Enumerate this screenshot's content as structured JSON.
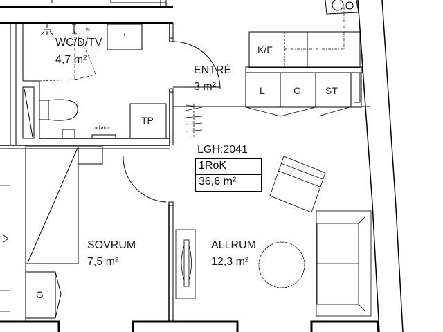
{
  "plan": {
    "apartment_id": "LGH:2041",
    "type": "1RoK",
    "total_area": "36,6 m²",
    "rooms": [
      {
        "name": "WC/D/TV",
        "area": "4,7 m²"
      },
      {
        "name": "ENTRÉ",
        "area": "3 m²"
      },
      {
        "name": "SOVRUM",
        "area": "7,5 m²"
      },
      {
        "name": "ALLRUM",
        "area": "12,3 m²"
      }
    ],
    "fixtures": {
      "kf": "K/F",
      "l": "L",
      "g_kitchen": "G",
      "st": "ST",
      "tp": "TP",
      "g_bedroom": "G",
      "radiator": "radiator",
      "ht": "ht"
    }
  }
}
